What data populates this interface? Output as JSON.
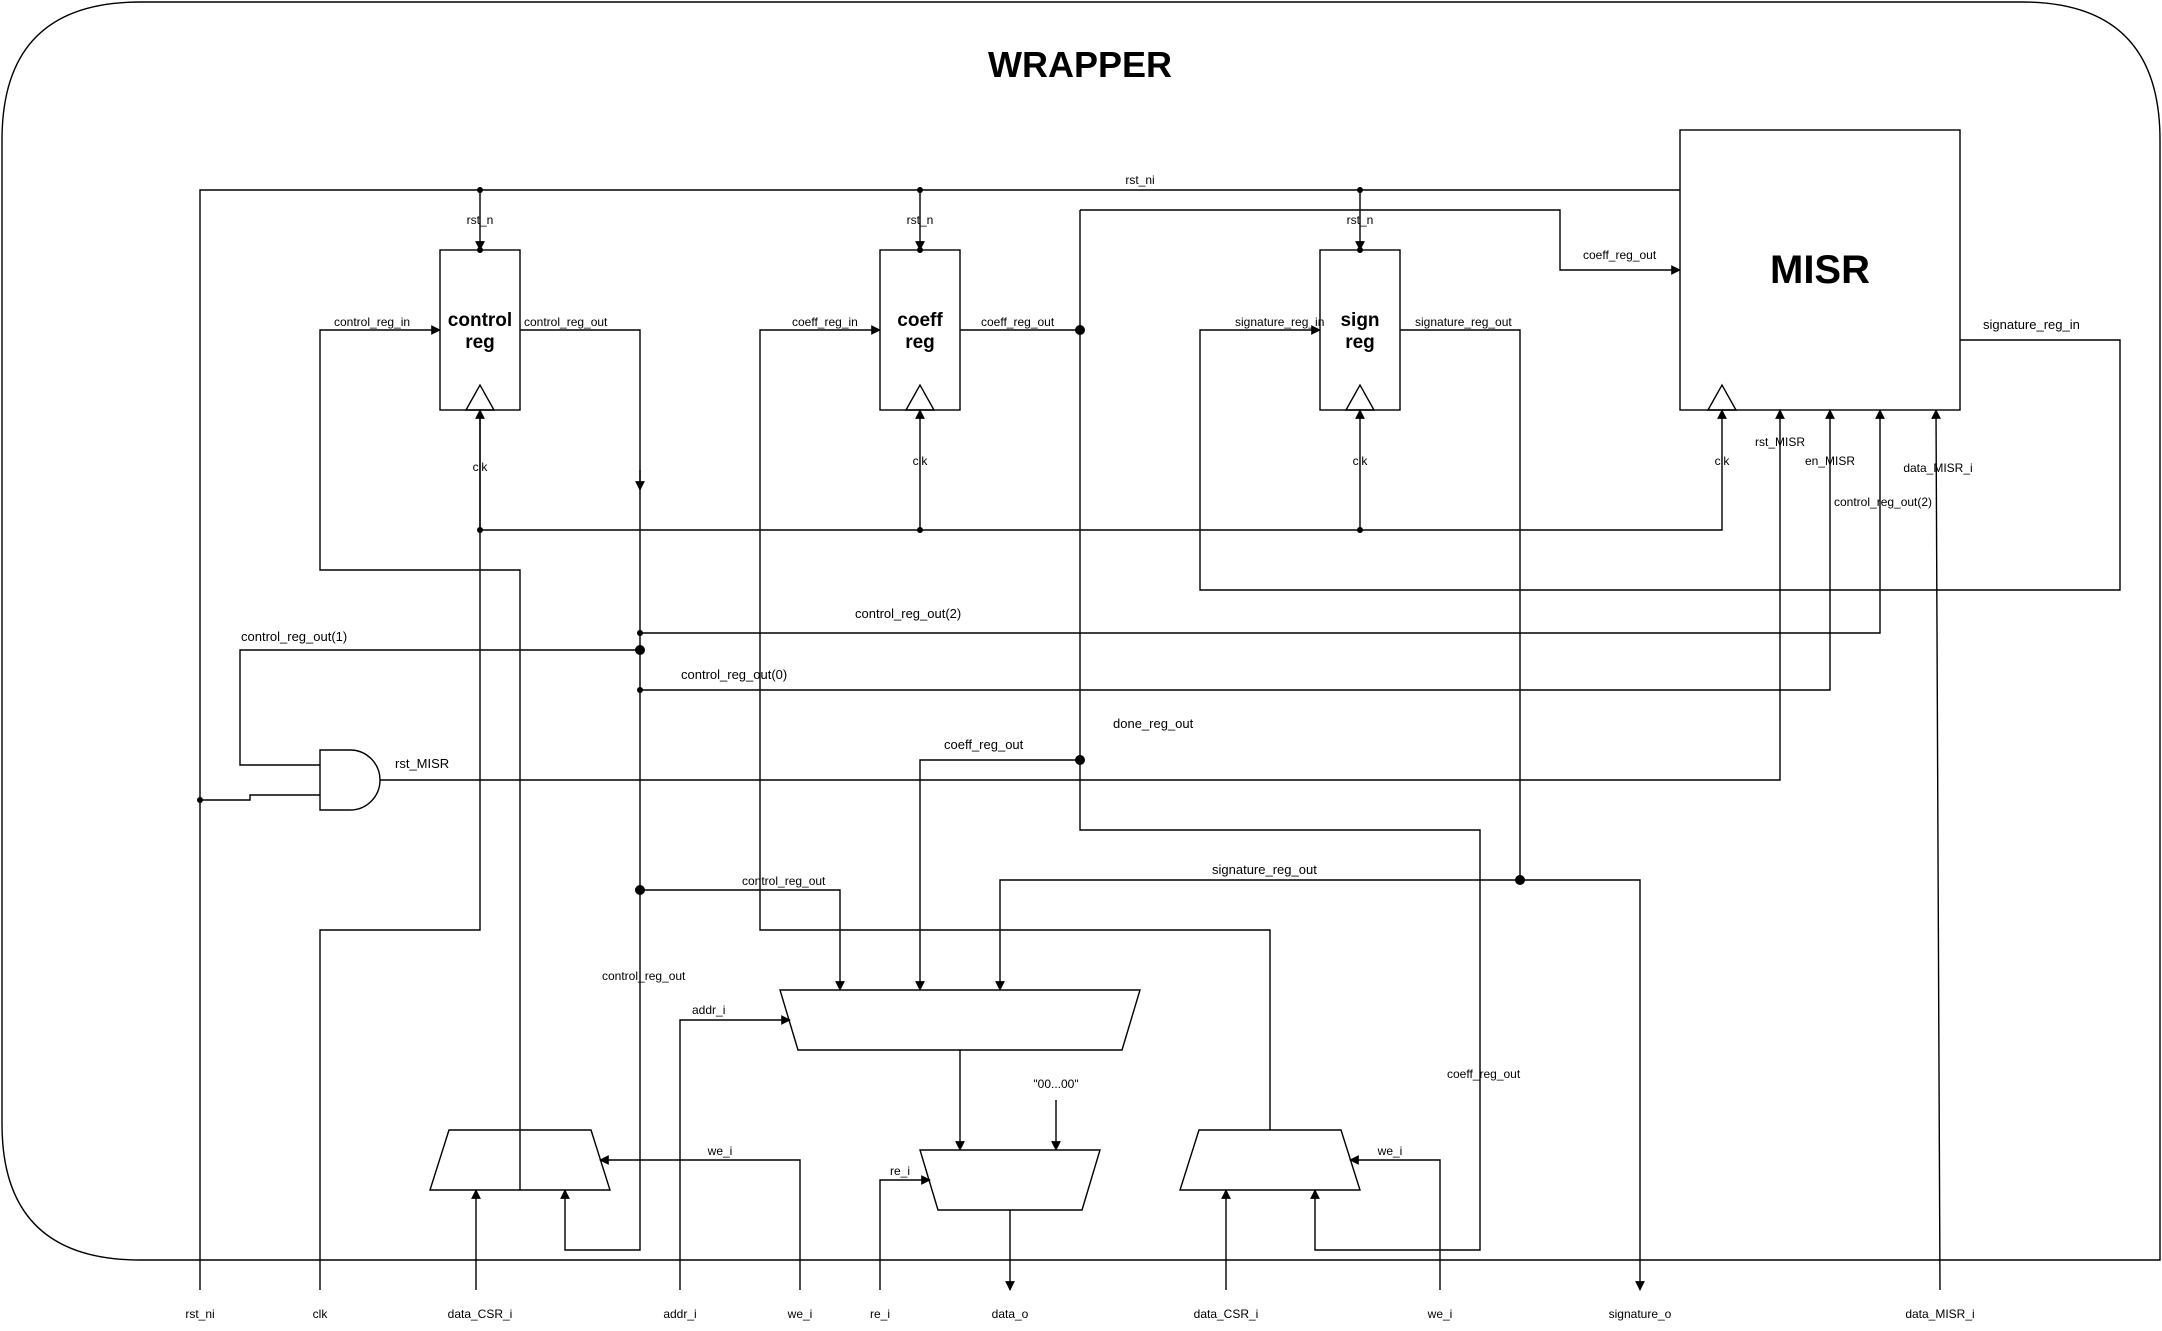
{
  "title": "WRAPPER",
  "blocks": {
    "control_reg": [
      "control",
      "reg"
    ],
    "coeff_reg": [
      "coeff",
      "reg"
    ],
    "sign_reg": [
      "sign",
      "reg"
    ],
    "misr": "MISR"
  },
  "labels": {
    "rst_ni": "rst_ni",
    "rst_n": "rst_n",
    "clk": "clk",
    "control_reg_in": "control_reg_in",
    "control_reg_out": "control_reg_out",
    "coeff_reg_in": "coeff_reg_in",
    "coeff_reg_out": "coeff_reg_out",
    "signature_reg_in": "signature_reg_in",
    "signature_reg_out": "signature_reg_out",
    "rst_MISR": "rst_MISR",
    "en_MISR": "en_MISR",
    "data_MISR_i": "data_MISR_i",
    "control_reg_out_2": "control_reg_out(2)",
    "control_reg_out_1": "control_reg_out(1)",
    "control_reg_out_0": "control_reg_out(0)",
    "done_reg_out": "done_reg_out",
    "addr_i": "addr_i",
    "we_i": "we_i",
    "re_i": "re_i",
    "zeros": "\"00...00\""
  },
  "ports": [
    "rst_ni",
    "clk",
    "data_CSR_i",
    "addr_i",
    "we_i",
    "re_i",
    "data_o",
    "data_CSR_i",
    "we_i",
    "signature_o",
    "data_MISR_i"
  ]
}
